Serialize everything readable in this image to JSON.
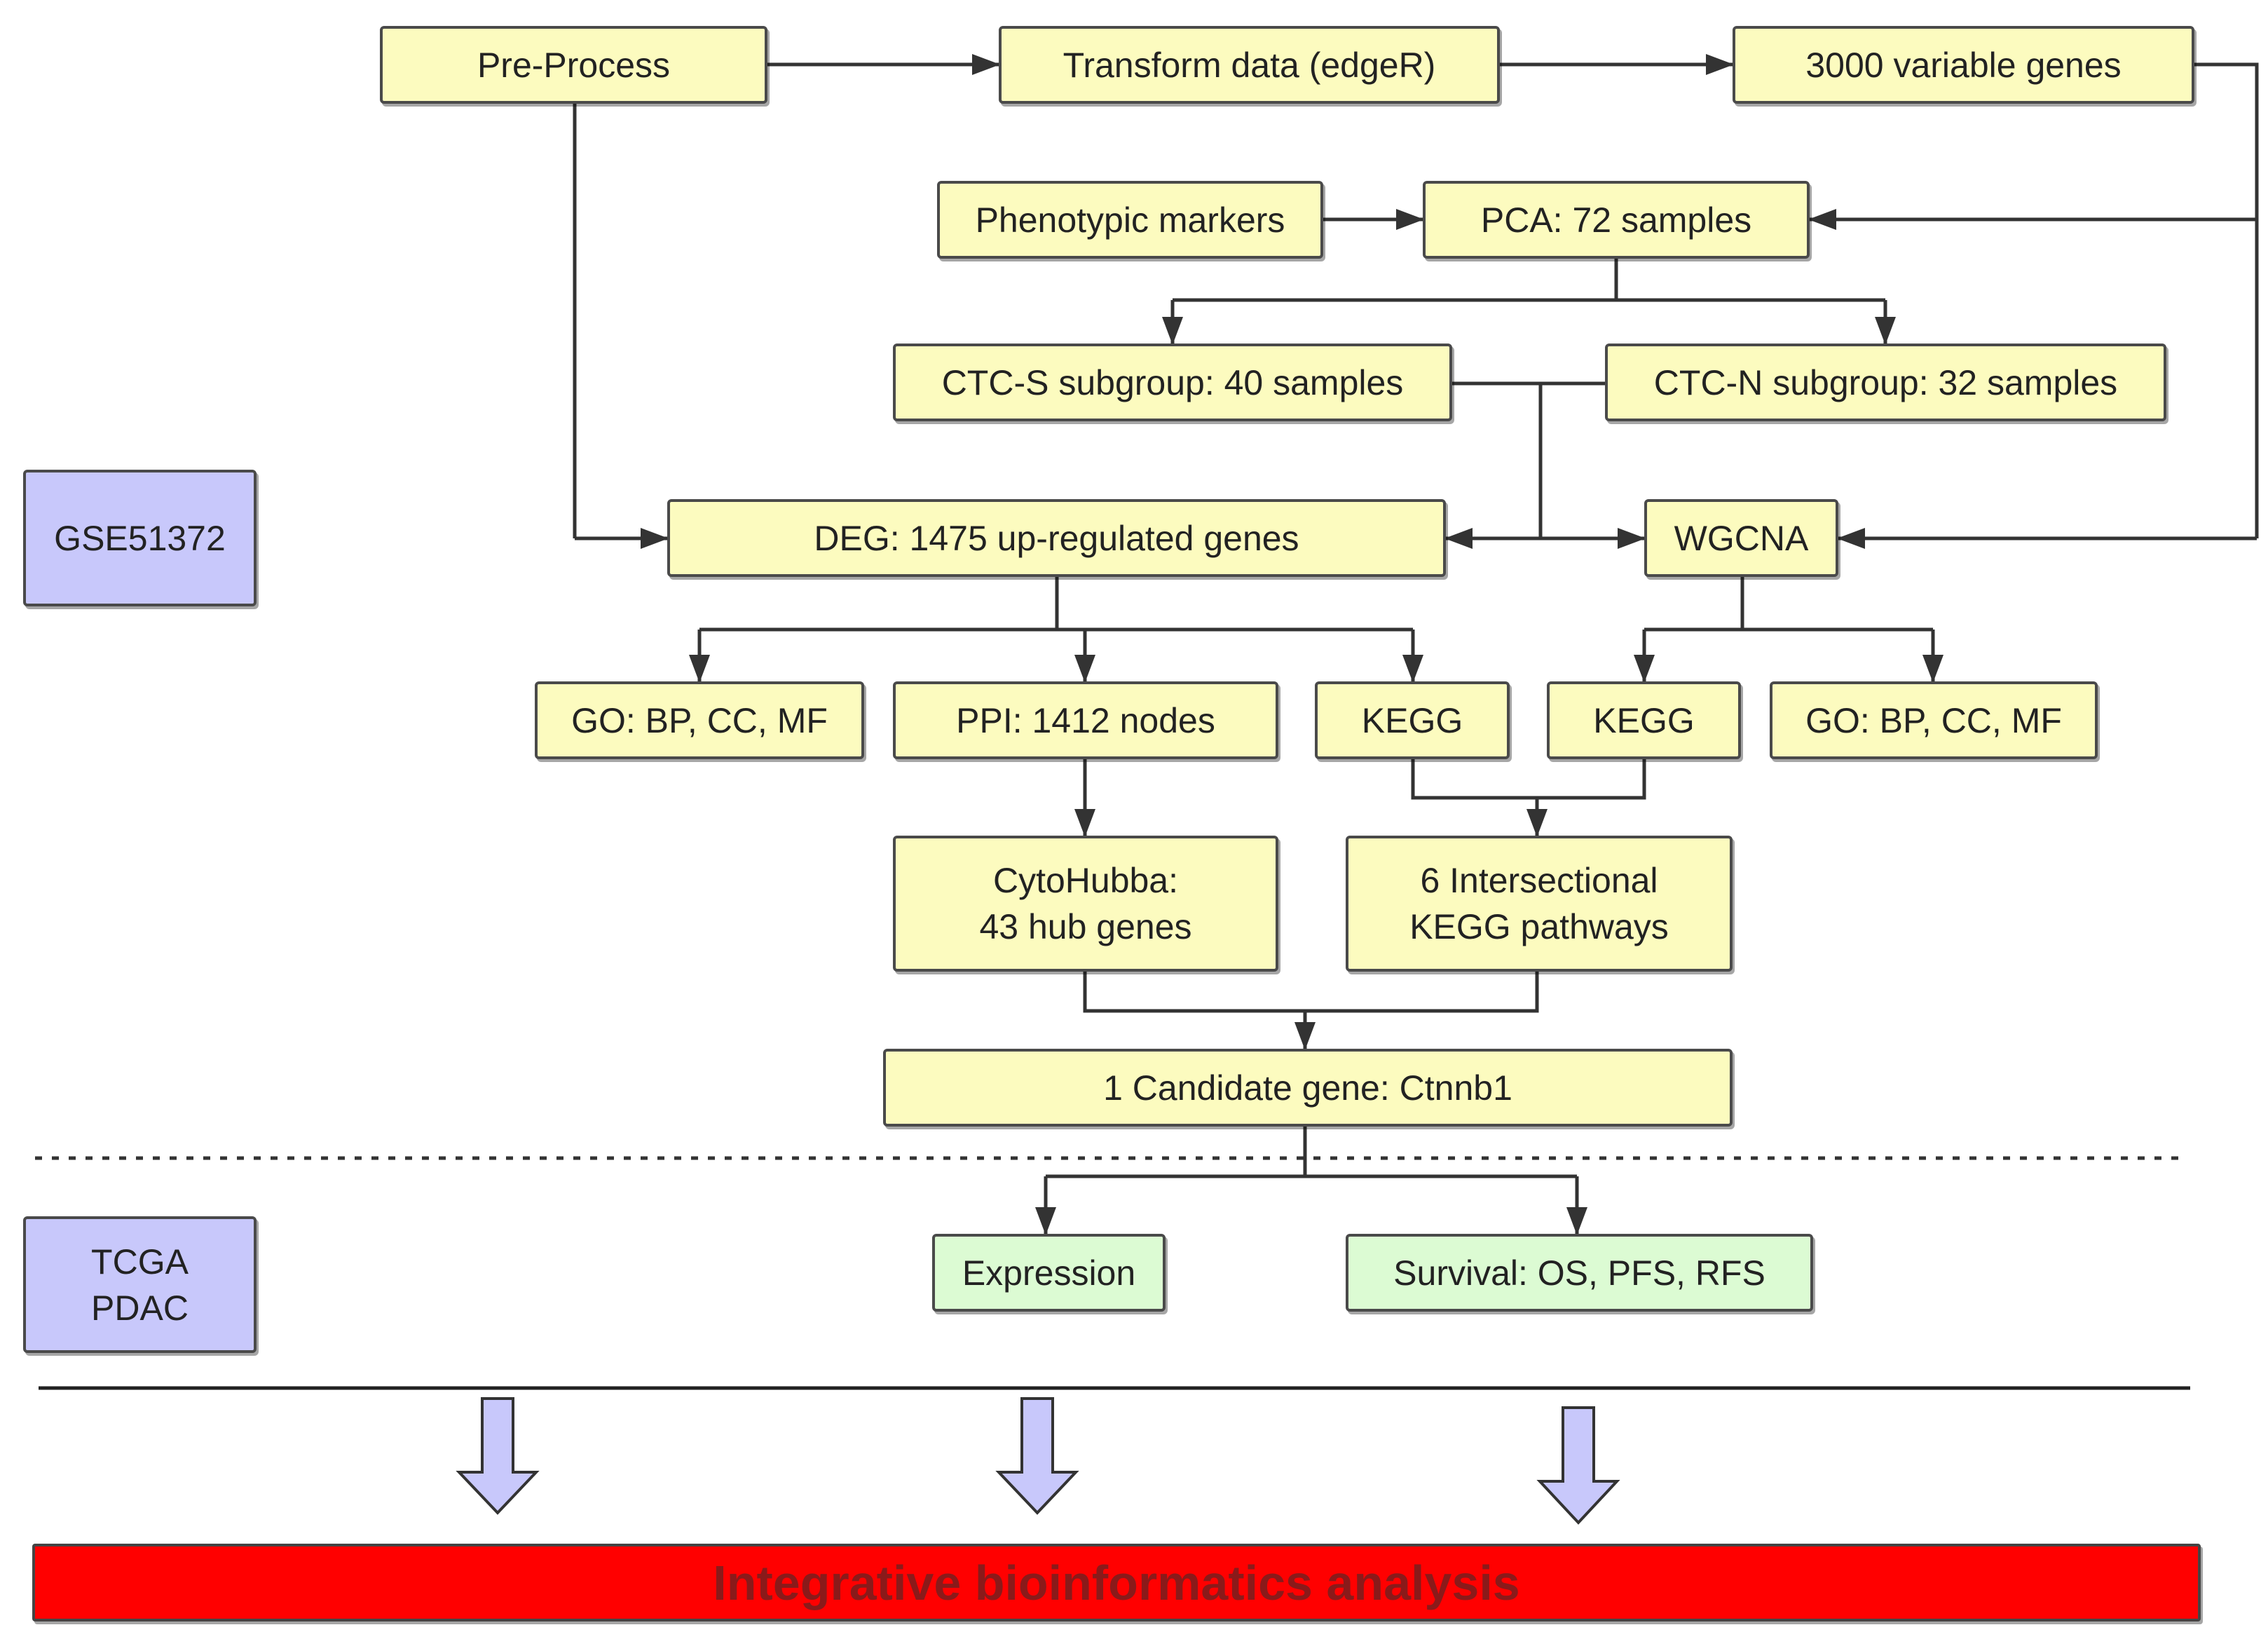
{
  "colors": {
    "process_box": "#fcfbbf",
    "result_box": "#dcfbd3",
    "dataset_box": "#c8c8fb",
    "banner": "#ff0000",
    "banner_text": "#8a1a1a",
    "line": "#333333"
  },
  "datasets": {
    "gse": "GSE51372",
    "tcga": [
      "TCGA",
      "PDAC"
    ]
  },
  "nodes": {
    "preprocess": "Pre-Process",
    "transform": "Transform data (edgeR)",
    "variable_genes": "3000 variable genes",
    "phenotypic": "Phenotypic markers",
    "pca": "PCA: 72 samples",
    "ctc_s": "CTC-S subgroup: 40 samples",
    "ctc_n": "CTC-N subgroup: 32 samples",
    "deg": "DEG: 1475 up-regulated genes",
    "wgcna": "WGCNA",
    "go_left": "GO: BP,  CC, MF",
    "ppi": "PPI: 1412 nodes",
    "kegg_left": "KEGG",
    "kegg_right": "KEGG",
    "go_right": "GO: BP,  CC, MF",
    "cytohubba": [
      "CytoHubba:",
      "43 hub genes"
    ],
    "intersect": [
      "6 Intersectional",
      "KEGG pathways"
    ],
    "candidate": "1 Candidate gene: Ctnnb1",
    "expression": "Expression",
    "survival": "Survival: OS, PFS, RFS"
  },
  "banner": "Integrative bioinformatics analysis"
}
